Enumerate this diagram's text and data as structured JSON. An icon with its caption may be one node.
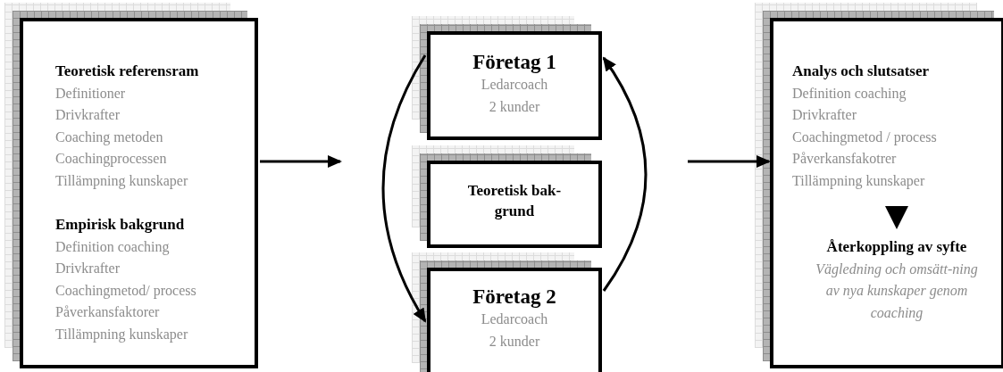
{
  "diagram": {
    "nodes": [
      {
        "text": [
          "Teoretisk referensram",
          "Definitioner",
          "Drivkrafter",
          "Coaching metoden",
          "Coachingprocessen",
          "Tillämpning kunskaper",
          "Empirisk bakgrund",
          "Definition coaching",
          "Drivkrafter",
          "Coachingmetod/ process",
          "Påverkansfaktorer",
          "Tillämpning kunskaper"
        ]
      },
      {
        "text": [
          "Företag 1",
          "Ledarcoach",
          "2 kunder"
        ]
      },
      {
        "text": [
          "Teoretisk bak-grund"
        ]
      },
      {
        "text": [
          "Företag 2",
          "Ledarcoach",
          "2 kunder"
        ]
      },
      {
        "text": [
          "Analys och slutsatser",
          "Definition coaching",
          "Drivkrafter",
          "Coachingmetod / process",
          "Påverkansfakotrer",
          "Tillämpning kunskaper",
          "Återkoppling av syfte",
          "Vägledning och omsätt-ning av nya kunskaper genom coaching"
        ]
      }
    ],
    "edges": [
      {
        "from": 0,
        "to": null,
        "arrow": "to"
      },
      {
        "from": 1,
        "to": 3,
        "arrow": "to"
      },
      {
        "from": 3,
        "to": 1,
        "arrow": "to"
      },
      {
        "from": null,
        "to": 4,
        "arrow": "to"
      }
    ]
  }
}
